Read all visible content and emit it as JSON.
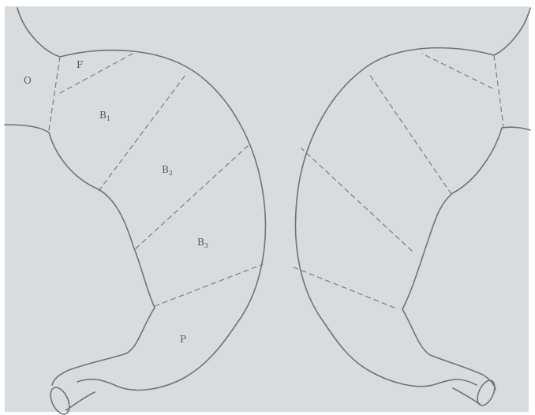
{
  "figure": {
    "labels": {
      "omentum": "O",
      "fundus": "F",
      "body_1": "B",
      "body_1_sub": "1",
      "body_2": "B",
      "body_2_sub": "2",
      "body_3": "B",
      "body_3_sub": "3",
      "pylorus": "P"
    },
    "colors": {
      "paper": "#d9dcdf",
      "line": "#6f7378",
      "text": "#55595e"
    }
  }
}
